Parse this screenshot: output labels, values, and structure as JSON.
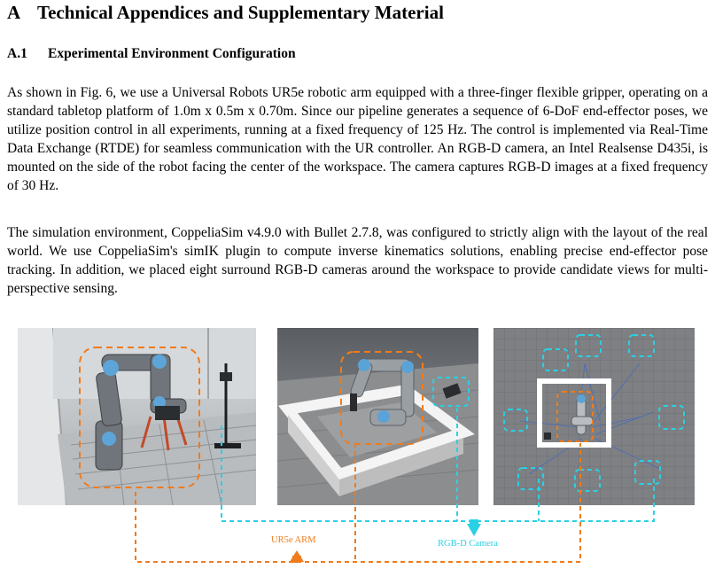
{
  "section": {
    "number": "A",
    "title": "Technical Appendices and Supplementary Material"
  },
  "subsection": {
    "number": "A.1",
    "title": "Experimental Environment Configuration"
  },
  "paragraphs": [
    "As shown in Fig. 6, we use a Universal Robots UR5e robotic arm equipped with a three-finger flexible gripper, operating on a standard tabletop platform of 1.0m x 0.5m x 0.70m. Since our pipeline generates a sequence of 6-DoF end-effector poses, we utilize position control in all experiments, running at a fixed frequency of 125 Hz. The control is implemented via Real-Time Data Exchange (RTDE) for seamless communication with the UR controller. An RGB-D camera, an Intel Realsense D435i, is mounted on the side of the robot facing the center of the workspace. The camera captures RGB-D images at a fixed frequency of 30 Hz.",
    "The simulation environment, CoppeliaSim v4.9.0 with Bullet 2.7.8, was configured to strictly align with the layout of the real world. We use CoppeliaSim's simIK plugin to compute inverse kinematics solutions, enabling precise end-effector pose tracking. In addition, we placed eight surround RGB-D cameras around the workspace to provide candidate views for multi-perspective sensing."
  ],
  "figure": {
    "labels": {
      "arm": "UR5e ARM",
      "camera": "RGB-D Camera"
    },
    "colors": {
      "arm": "#f07b1c",
      "camera": "#2ad0e4"
    }
  }
}
